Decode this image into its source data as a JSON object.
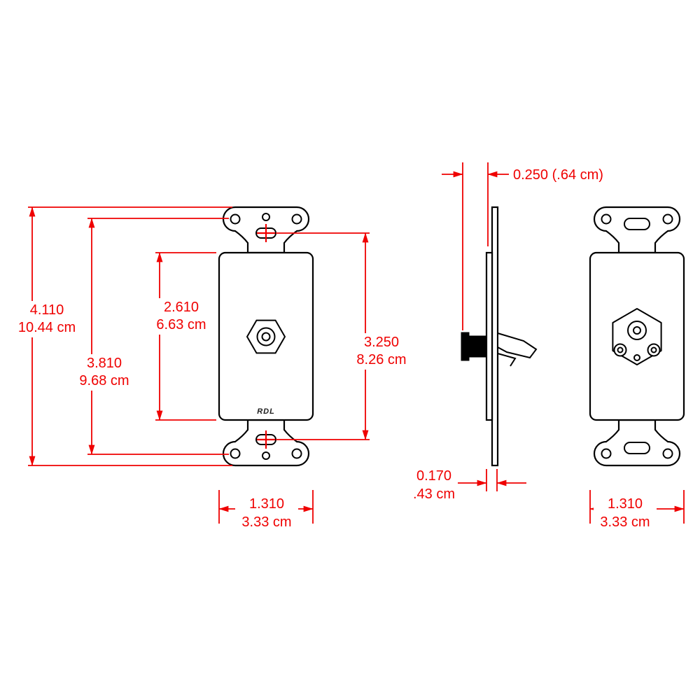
{
  "drawing": {
    "brand_label": "RDL",
    "colors": {
      "line": "#000000",
      "dimension": "#ef0000",
      "background": "#ffffff"
    },
    "front": {
      "overall_height_in": "4.110",
      "overall_height_cm": "10.44 cm",
      "mounting_height_in": "3.810",
      "mounting_height_cm": "9.68 cm",
      "opening_height_in": "2.610",
      "opening_height_cm": "6.63 cm",
      "slot_spacing_in": "3.250",
      "slot_spacing_cm": "8.26 cm",
      "width_in": "1.310",
      "width_cm": "3.33 cm"
    },
    "side": {
      "depth_label": "0.250 (.64 cm)",
      "thickness_in": "0.170",
      "thickness_cm": ".43 cm"
    },
    "rear": {
      "width_in": "1.310",
      "width_cm": "3.33 cm"
    }
  }
}
